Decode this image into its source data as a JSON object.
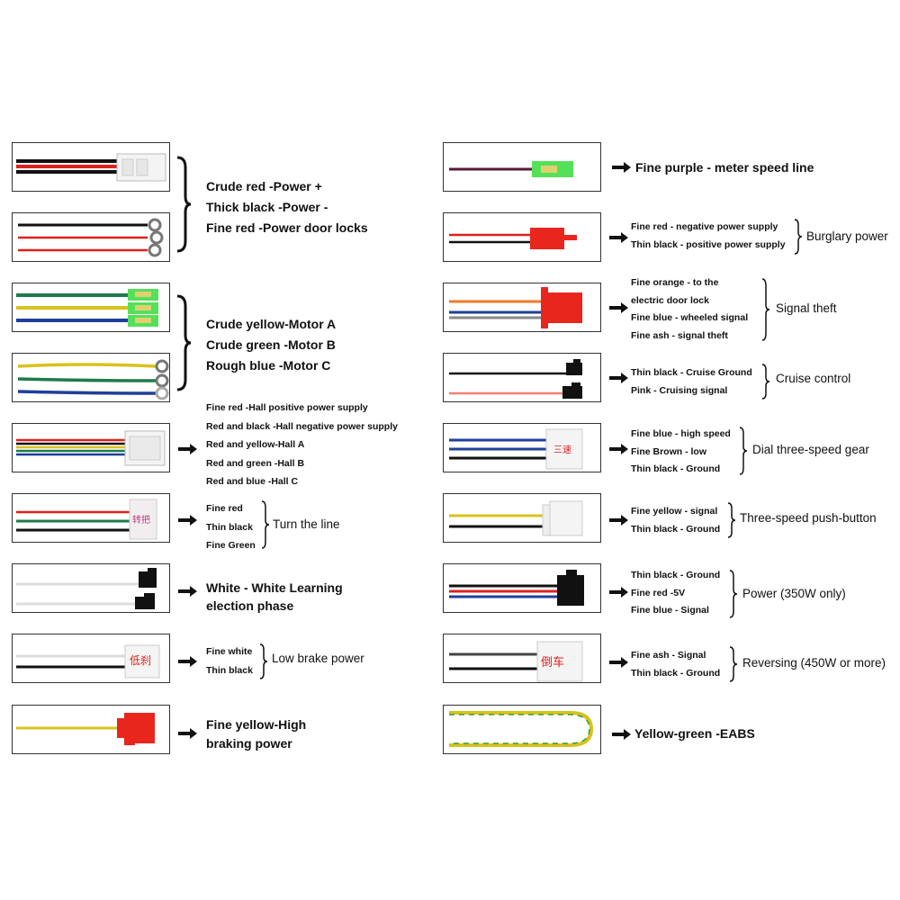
{
  "left": {
    "power_group": {
      "lines": [
        "Crude red  -Power +",
        "Thick black -Power -",
        "Fine red   -Power door locks"
      ]
    },
    "motor_group": {
      "lines": [
        "Crude yellow-Motor A",
        "Crude green -Motor B",
        "Rough blue  -Motor C"
      ]
    },
    "hall": {
      "lines": [
        "Fine red  -Hall positive power supply",
        "Red and black -Hall negative power supply",
        "Red and yellow-Hall A",
        "Red and green -Hall B",
        "Red and blue  -Hall C"
      ]
    },
    "turn": {
      "lines": [
        "Fine red",
        "Thin black",
        "Fine Green"
      ],
      "title": "Turn the line",
      "connector_text": "转把"
    },
    "learning": {
      "lines": [
        "White - White Learning",
        "election phase"
      ]
    },
    "low_brake": {
      "lines": [
        "Fine white",
        "Thin black"
      ],
      "title": "Low brake power",
      "connector_text": "低刹"
    },
    "high_brake": {
      "lines": [
        "Fine yellow-High",
        "braking power"
      ]
    }
  },
  "right": {
    "meter": {
      "text": "Fine purple - meter speed line"
    },
    "burglary": {
      "lines": [
        "Fine red - negative power supply",
        "Thin black - positive power supply"
      ],
      "title": "Burglary power"
    },
    "signal_theft": {
      "lines": [
        "Fine orange - to the",
        "electric door lock",
        "Fine blue - wheeled signal",
        "Fine ash - signal theft"
      ],
      "title": "Signal theft"
    },
    "cruise": {
      "lines": [
        "Thin black - Cruise Ground",
        "Pink - Cruising signal"
      ],
      "title": "Cruise control"
    },
    "dial": {
      "lines": [
        "Fine blue - high speed",
        "Fine Brown - low",
        "Thin black - Ground"
      ],
      "title": "Dial three-speed gear",
      "connector_text": "三速"
    },
    "push": {
      "lines": [
        "Fine yellow - signal",
        "Thin black - Ground"
      ],
      "title": "Three-speed push-button"
    },
    "power350": {
      "lines": [
        "Thin black - Ground",
        "Fine red -5V",
        "Fine blue - Signal"
      ],
      "title": "Power (350W only)"
    },
    "reversing": {
      "lines": [
        "Fine ash - Signal",
        "Thin black - Ground"
      ],
      "title": "Reversing (450W or more)",
      "connector_text": "倒车"
    },
    "eabs": {
      "text": "Yellow-green -EABS"
    }
  },
  "colors": {
    "red": "#e0201c",
    "black": "#111111",
    "green": "#1f7a4a",
    "yellow": "#d8c21c",
    "blue": "#1f3f9a",
    "white_wire": "#dddddd",
    "lime_connector": "#55e05a",
    "red_connector": "#e8261e",
    "purple": "#5a1a3a",
    "orange": "#f07a2a",
    "ash": "#888888",
    "pink": "#f08070",
    "brown": "#7a4a2a"
  }
}
